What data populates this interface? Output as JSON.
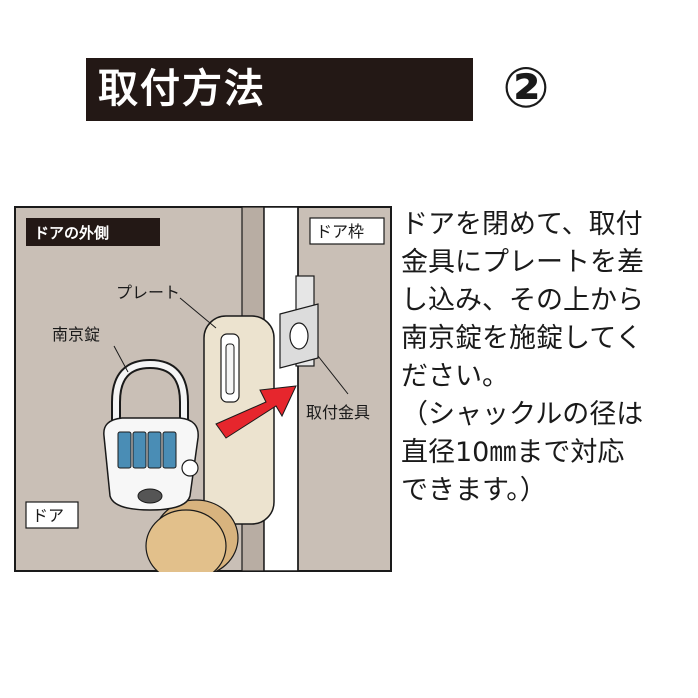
{
  "header": {
    "title": "取付方法",
    "step_number": "②"
  },
  "illustration": {
    "labels": {
      "outside_of_door": "ドアの外側",
      "door_frame": "ドア枠",
      "plate": "プレート",
      "padlock": "南京錠",
      "mounting_bracket": "取付金具",
      "door": "ドア"
    },
    "colors": {
      "wall": "#c9bfb6",
      "door_frame": "#ffffff",
      "plate": "#ece3cf",
      "arrow": "#e6262d",
      "knob": "#d8b37e",
      "lock_dial": "#4a8db5"
    }
  },
  "instructions": {
    "lines": [
      "ドアを閉めて、取付",
      "金具にプレートを差",
      "し込み、その上から",
      "南京錠を施錠してく",
      "ださい。",
      "（シャックルの径は",
      "直径10㎜まで対応",
      "できます。）"
    ]
  }
}
